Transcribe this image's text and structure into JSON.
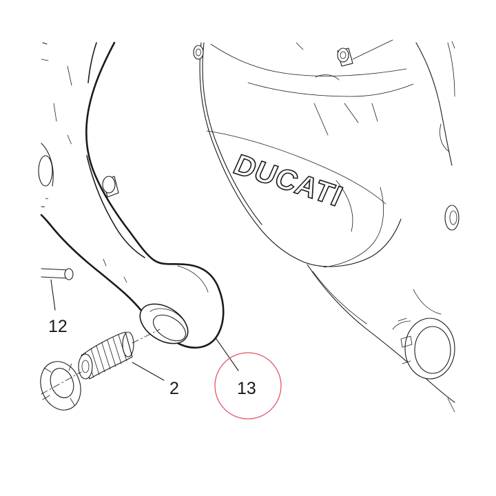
{
  "colors": {
    "line": "#1a1a1a",
    "background": "#ffffff",
    "highlight_circle": "#e0556b"
  },
  "cover": {
    "brand_text": "DUCATI"
  },
  "callouts": [
    {
      "id": "part-12",
      "label": "12"
    },
    {
      "id": "part-2",
      "label": "2"
    },
    {
      "id": "part-13",
      "label": "13",
      "highlighted": true
    }
  ]
}
